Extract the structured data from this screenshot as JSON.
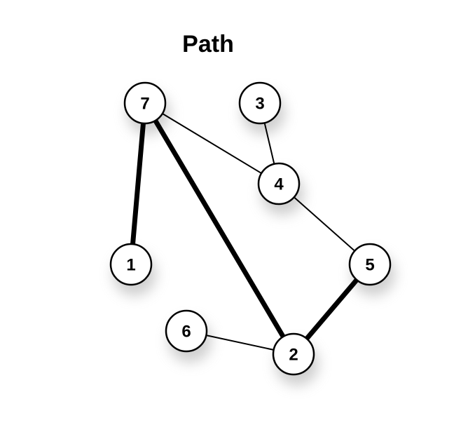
{
  "title": "Path",
  "nodes": [
    {
      "id": "7",
      "label": "7"
    },
    {
      "id": "3",
      "label": "3"
    },
    {
      "id": "4",
      "label": "4"
    },
    {
      "id": "1",
      "label": "1"
    },
    {
      "id": "5",
      "label": "5"
    },
    {
      "id": "6",
      "label": "6"
    },
    {
      "id": "2",
      "label": "2"
    }
  ],
  "edges": [
    {
      "from": "7",
      "to": "1",
      "in_path": true
    },
    {
      "from": "7",
      "to": "2",
      "in_path": true
    },
    {
      "from": "2",
      "to": "5",
      "in_path": true
    },
    {
      "from": "7",
      "to": "4",
      "in_path": false
    },
    {
      "from": "3",
      "to": "4",
      "in_path": false
    },
    {
      "from": "4",
      "to": "5",
      "in_path": false
    },
    {
      "from": "6",
      "to": "2",
      "in_path": false
    }
  ],
  "colors": {
    "node_fill": "#ffffff",
    "node_stroke": "#000000",
    "edge": "#000000",
    "shadow": "#b0b0b0",
    "text": "#000000"
  }
}
